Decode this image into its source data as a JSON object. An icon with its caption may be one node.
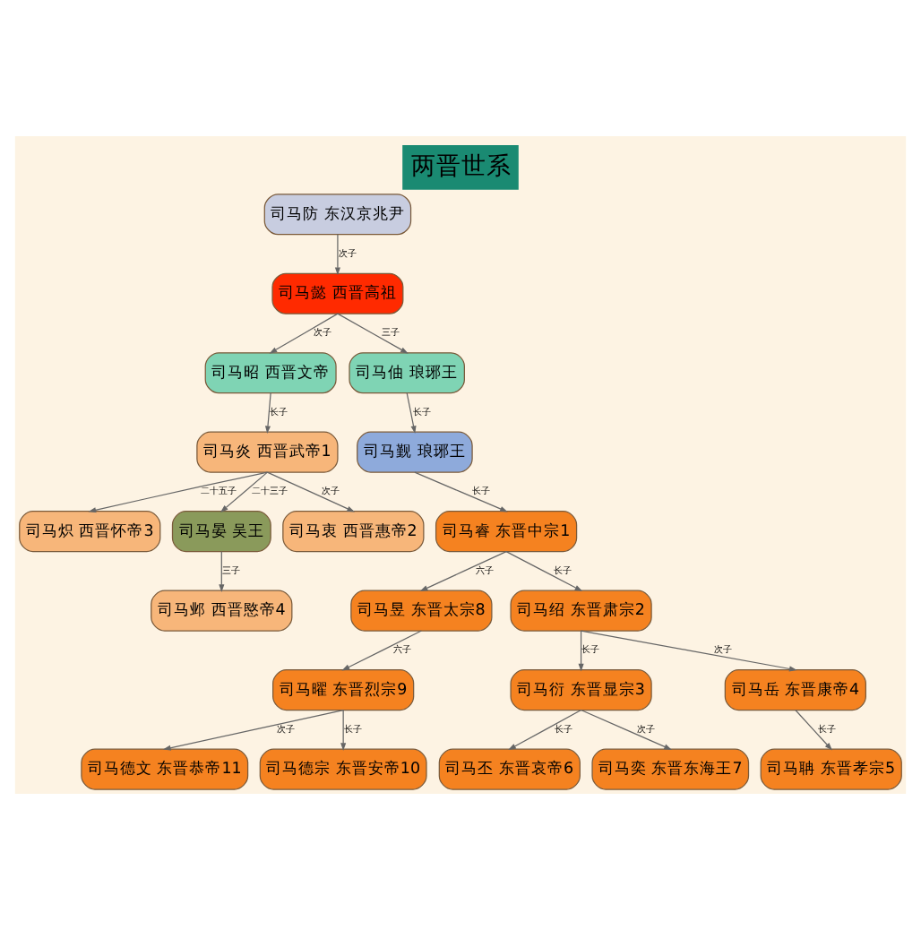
{
  "diagram": {
    "title": "两晋世系",
    "nodes": [
      {
        "text": [
          "司马防 东汉京兆尹"
        ]
      },
      {
        "text": [
          "司马懿 西晋高祖"
        ]
      },
      {
        "text": [
          "司马昭 西晋文帝"
        ]
      },
      {
        "text": [
          "司马伷 琅琊王"
        ]
      },
      {
        "text": [
          "司马炎 西晋武帝1"
        ]
      },
      {
        "text": [
          "司马觐 琅琊王"
        ]
      },
      {
        "text": [
          "司马炽 西晋怀帝3"
        ]
      },
      {
        "text": [
          "司马晏 吴王"
        ]
      },
      {
        "text": [
          "司马衷 西晋惠帝2"
        ]
      },
      {
        "text": [
          "司马睿 东晋中宗1"
        ]
      },
      {
        "text": [
          "司马邺 西晋愍帝4"
        ]
      },
      {
        "text": [
          "司马昱 东晋太宗8"
        ]
      },
      {
        "text": [
          "司马绍 东晋肃宗2"
        ]
      },
      {
        "text": [
          "司马曜 东晋烈宗9"
        ]
      },
      {
        "text": [
          "司马衍 东晋显宗3"
        ]
      },
      {
        "text": [
          "司马岳 东晋康帝4"
        ]
      },
      {
        "text": [
          "司马德文 东晋恭帝11"
        ]
      },
      {
        "text": [
          "司马德宗 东晋安帝10"
        ]
      },
      {
        "text": [
          "司马丕 东晋哀帝6"
        ]
      },
      {
        "text": [
          "司马奕 东晋东海王7"
        ]
      },
      {
        "text": [
          "司马聃 东晋孝宗5"
        ]
      }
    ],
    "edges": [
      {
        "from": 0,
        "to": 1,
        "arrow": "to",
        "label": "次子"
      },
      {
        "from": 1,
        "to": 2,
        "arrow": "to",
        "label": "次子"
      },
      {
        "from": 1,
        "to": 3,
        "arrow": "to",
        "label": "三子"
      },
      {
        "from": 2,
        "to": 4,
        "arrow": "to",
        "label": "长子"
      },
      {
        "from": 3,
        "to": 5,
        "arrow": "to",
        "label": "长子"
      },
      {
        "from": 4,
        "to": 6,
        "arrow": "to",
        "label": "二十五子"
      },
      {
        "from": 4,
        "to": 7,
        "arrow": "to",
        "label": "二十三子"
      },
      {
        "from": 4,
        "to": 8,
        "arrow": "to",
        "label": "次子"
      },
      {
        "from": 5,
        "to": 9,
        "arrow": "to",
        "label": "长子"
      },
      {
        "from": 7,
        "to": 10,
        "arrow": "to",
        "label": "三子"
      },
      {
        "from": 9,
        "to": 11,
        "arrow": "to",
        "label": "六子"
      },
      {
        "from": 9,
        "to": 12,
        "arrow": "to",
        "label": "长子"
      },
      {
        "from": 11,
        "to": 13,
        "arrow": "to",
        "label": "六子"
      },
      {
        "from": 12,
        "to": 14,
        "arrow": "to",
        "label": "长子"
      },
      {
        "from": 12,
        "to": 15,
        "arrow": "to",
        "label": "次子"
      },
      {
        "from": 13,
        "to": 16,
        "arrow": "to",
        "label": "次子"
      },
      {
        "from": 13,
        "to": 17,
        "arrow": "to",
        "label": "长子"
      },
      {
        "from": 14,
        "to": 18,
        "arrow": "to",
        "label": "长子"
      },
      {
        "from": 14,
        "to": 19,
        "arrow": "to",
        "label": "次子"
      },
      {
        "from": 15,
        "to": 20,
        "arrow": "to",
        "label": "长子"
      }
    ]
  }
}
